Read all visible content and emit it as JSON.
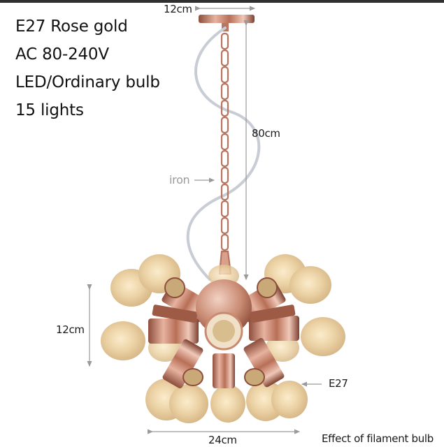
{
  "product": {
    "specs": [
      "E27 Rose gold",
      "AC 80-240V",
      "LED/Ordinary bulb",
      "15 lights"
    ]
  },
  "dimensions": {
    "canopy_width": "12cm",
    "chain_length": "80cm",
    "body_height": "12cm",
    "body_width": "24cm"
  },
  "annotations": {
    "material": "iron",
    "socket": "E27",
    "caption": "Effect of filament bulb"
  },
  "colors": {
    "rose_gold": "#c98a72",
    "rose_gold_dark": "#8e4e3c",
    "bulb_amber": "#e8cfa2",
    "dimension_line": "#9a9a9a",
    "cable": "#c8ccd4"
  }
}
